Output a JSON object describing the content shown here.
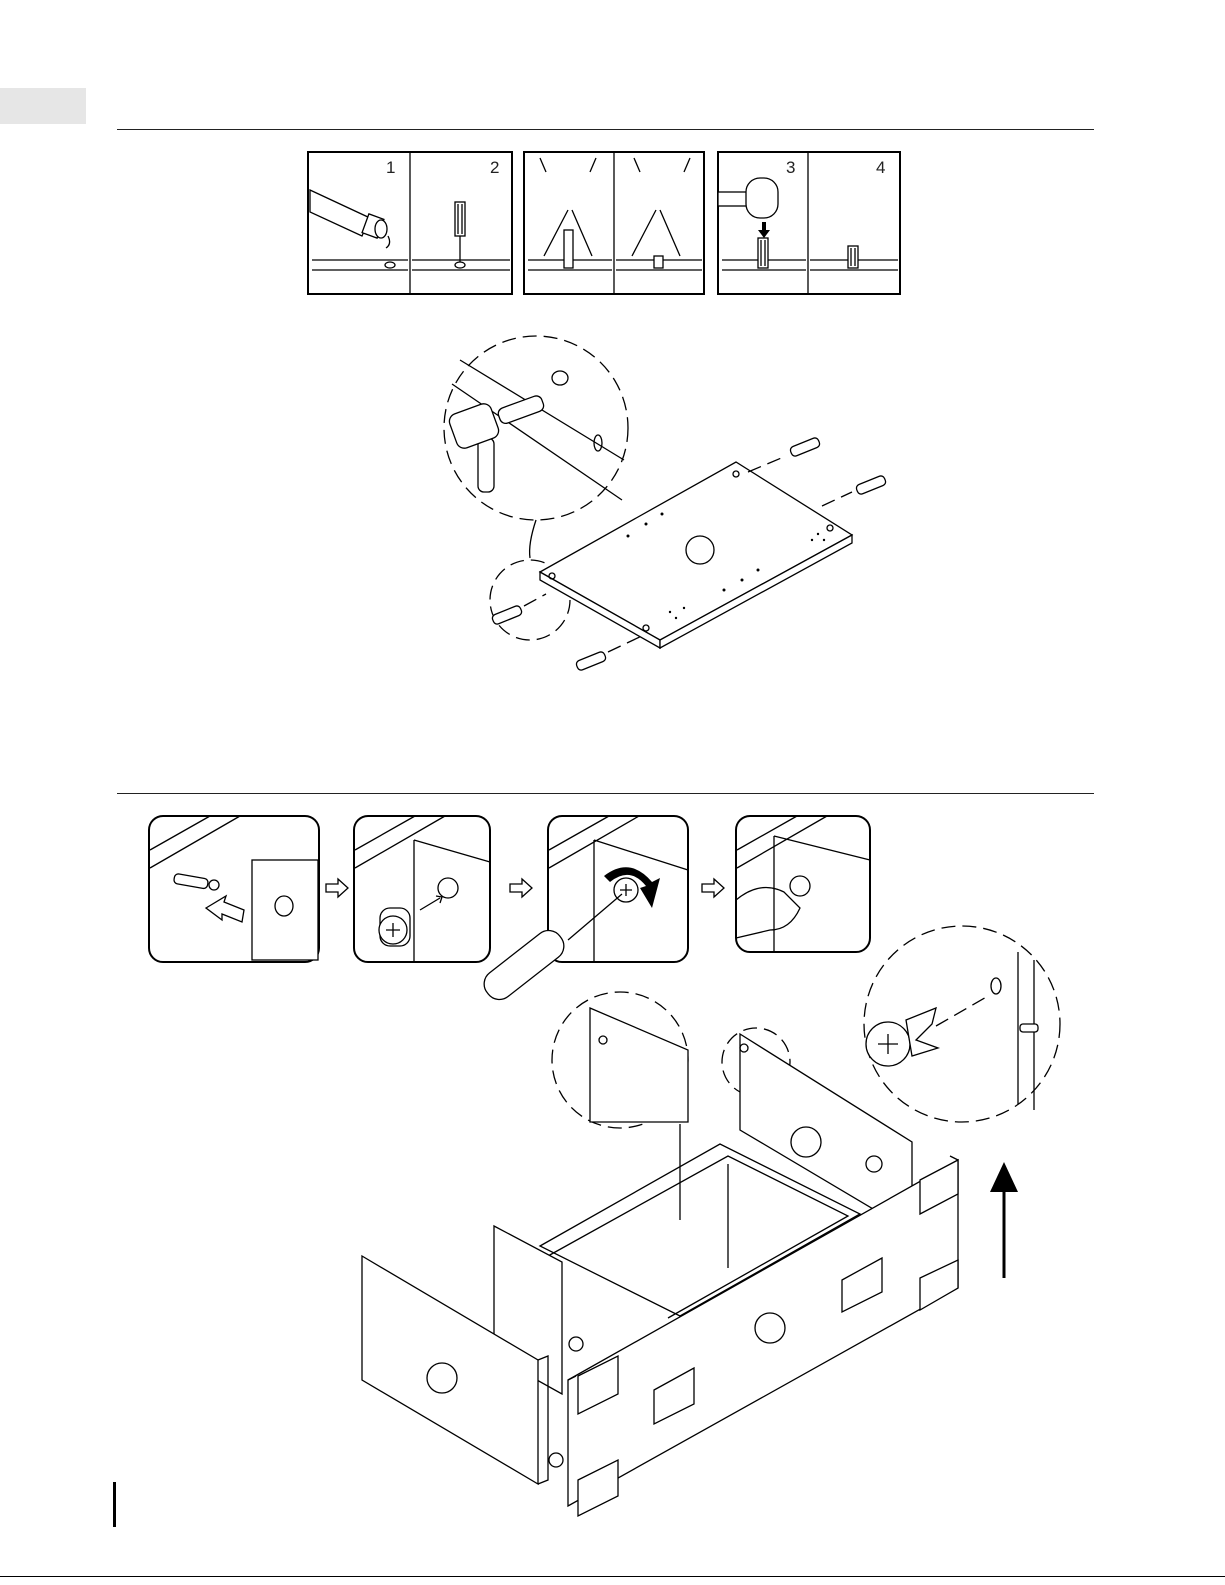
{
  "page": {
    "tab_color": "#e6e6e6",
    "line_color": "#222222"
  },
  "dowel_steps": {
    "labels": [
      "1",
      "2",
      "3",
      "4"
    ]
  },
  "icons": {
    "glue_bottle": "glue-bottle-icon",
    "hammer": "hammer-icon",
    "screwdriver": "screwdriver-icon",
    "cam_lock": "cam-lock-icon",
    "arrow_up": "arrow-up-icon",
    "arrow_right": "arrow-right-icon"
  }
}
